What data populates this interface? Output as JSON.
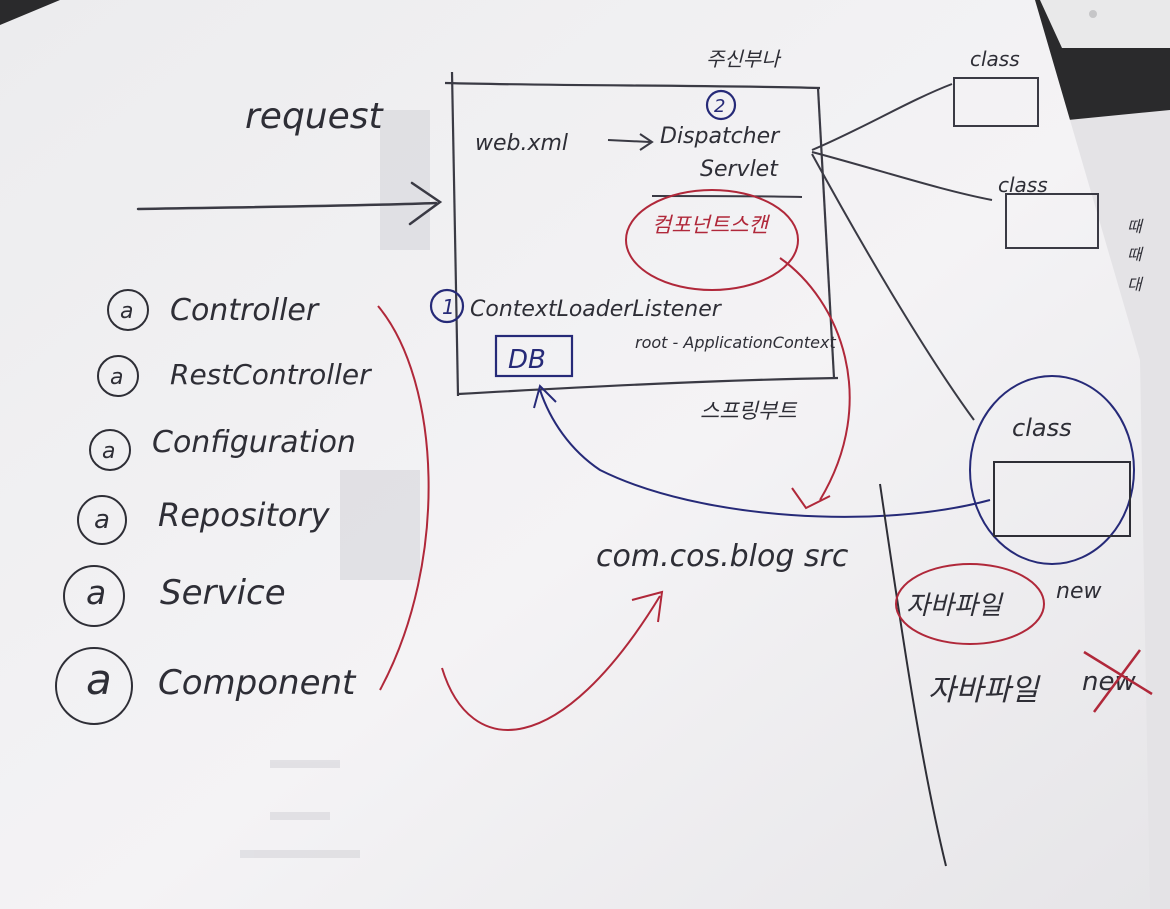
{
  "labels": {
    "request": "request",
    "web_xml": "web.xml",
    "dispatcher_line1": "Dispatcher",
    "dispatcher_line2": "Servlet",
    "step2": "2",
    "step1": "1",
    "context_loader": "ContextLoaderListener",
    "root_context": "root - ApplicationContext",
    "db": "DB",
    "package": "com.cos.blog src",
    "class_top_1": "class",
    "class_top_2": "class",
    "class_circled": "class",
    "new_1": "new",
    "new_2": "new"
  },
  "annotations": [
    {
      "marker": "a",
      "label": "Controller"
    },
    {
      "marker": "a",
      "label": "RestController"
    },
    {
      "marker": "a",
      "label": "Configuration"
    },
    {
      "marker": "a",
      "label": "Repository"
    },
    {
      "marker": "a",
      "label": "Service"
    },
    {
      "marker": "a",
      "label": "Component"
    }
  ],
  "korean": {
    "top_header": "주신부나",
    "component_scan": "컴포넌트스캔",
    "spring_boot": "스프링부트",
    "java_file_1": "자바파일",
    "java_file_2": "자바파일",
    "side_chars": [
      "때",
      "때",
      "대"
    ]
  },
  "colors": {
    "paper": "#f3f2f4",
    "ink_black": "#2e2e36",
    "ink_red": "#b0283a",
    "ink_blue": "#262a78"
  }
}
